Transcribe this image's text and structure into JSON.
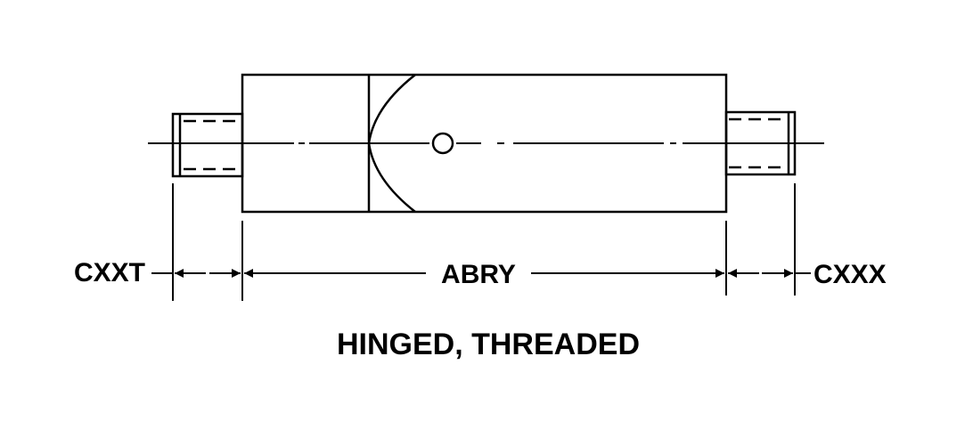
{
  "diagram": {
    "dimensions": {
      "left_stud": "CXXT",
      "body": "ABRY",
      "right_stud": "CXXX"
    },
    "caption": "HINGED, THREADED"
  },
  "colors": {
    "line": "#000000",
    "background": "#ffffff"
  }
}
